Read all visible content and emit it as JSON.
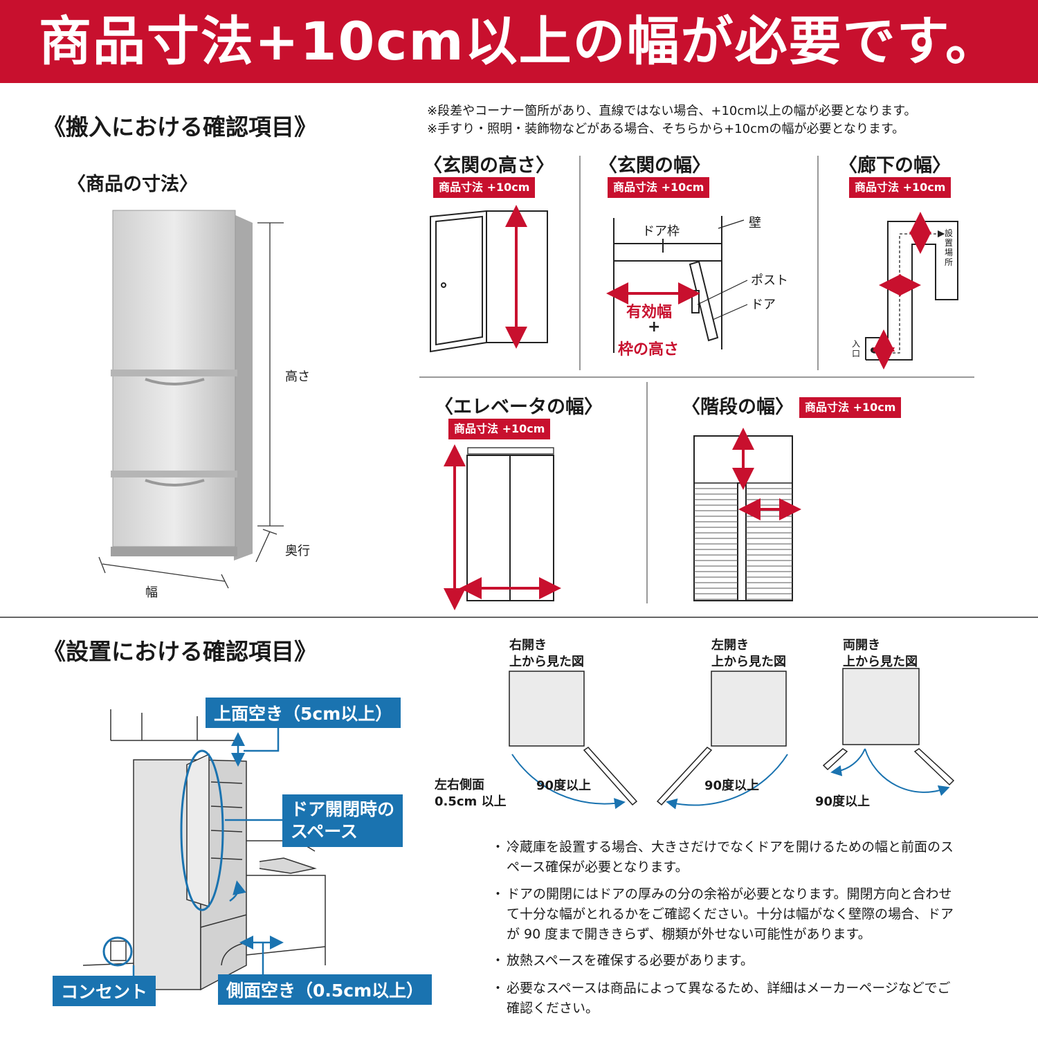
{
  "banner": {
    "title": "商品寸法+10cm以上の幅が必要です。"
  },
  "carry_in": {
    "heading": "《搬入における確認項目》",
    "product_dims": "〈商品の寸法〉",
    "labels": {
      "height": "高さ",
      "depth": "奥行",
      "width": "幅"
    },
    "notes": [
      "※段差やコーナー箇所があり、直線ではない場合、+10cm以上の幅が必要となります。",
      "※手すり・照明・装飾物などがある場合、そちらから+10cmの幅が必要となります。"
    ],
    "tag": "商品寸法 +10cm",
    "entrance_height": {
      "title": "〈玄関の高さ〉"
    },
    "entrance_width": {
      "title": "〈玄関の幅〉",
      "door_frame": "ドア枠",
      "wall": "壁",
      "post": "ポスト",
      "door": "ドア",
      "effective_width": "有効幅",
      "plus": "+",
      "frame_height": "枠の高さ"
    },
    "hallway_width": {
      "title": "〈廊下の幅〉",
      "install_place": "設置場所",
      "entrance": "入口"
    },
    "elevator_width": {
      "title": "〈エレベータの幅〉"
    },
    "stairs_width": {
      "title": "〈階段の幅〉"
    }
  },
  "installation": {
    "heading": "《設置における確認項目》",
    "top_clearance": "上面空き（5cm以上）",
    "door_space": [
      "ドア開閉時の",
      "スペース"
    ],
    "outlet": "コンセント",
    "side_clearance": "側面空き（0.5cm以上）",
    "diagrams": [
      {
        "type": "右開き",
        "view": "上から見た図",
        "angle": "90度以上"
      },
      {
        "type": "左開き",
        "view": "上から見た図",
        "angle": "90度以上"
      },
      {
        "type": "両開き",
        "view": "上から見た図",
        "angle": "90度以上"
      }
    ],
    "side_gap": [
      "左右側面",
      "0.5cm 以上"
    ],
    "bullets": [
      "冷蔵庫を設置する場合、大きさだけでなくドアを開けるための幅と前面のスペース確保が必要となります。",
      "ドアの開閉にはドアの厚みの分の余裕が必要となります。開閉方向と合わせて十分な幅がとれるかをご確認ください。十分は幅がなく壁際の場合、ドアが 90 度まで開ききらず、棚類が外せない可能性があります。",
      "放熱スペースを確保する必要があります。",
      "必要なスペースは商品によって異なるため、詳細はメーカーページなどでご確認ください。"
    ]
  },
  "colors": {
    "accent_red": "#c8102e",
    "accent_blue": "#1a73b0"
  }
}
